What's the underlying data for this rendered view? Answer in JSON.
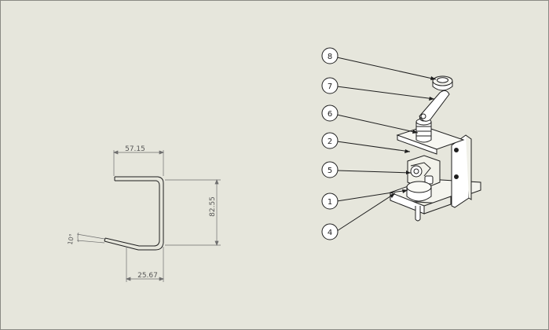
{
  "drawing": {
    "dimensions": {
      "top_width": "57.15",
      "height": "82.55",
      "bottom_width": "25.67",
      "angle": "10°"
    },
    "balloons": [
      {
        "id": "balloon-8",
        "label": "8"
      },
      {
        "id": "balloon-7",
        "label": "7"
      },
      {
        "id": "balloon-6",
        "label": "6"
      },
      {
        "id": "balloon-2",
        "label": "2"
      },
      {
        "id": "balloon-5",
        "label": "5"
      },
      {
        "id": "balloon-1",
        "label": "1"
      },
      {
        "id": "balloon-4",
        "label": "4"
      }
    ],
    "colors": {
      "sheet": "#e6e6dc",
      "border": "#8a8a84",
      "line": "#1e1e1e",
      "dimension": "#6e6e6e"
    }
  }
}
